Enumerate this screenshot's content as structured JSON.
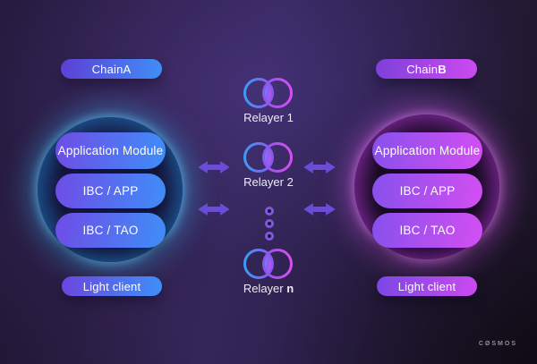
{
  "chain_a": {
    "label": {
      "prefix": "Chain ",
      "emph": "A"
    },
    "modules": [
      "Application Module",
      "IBC / APP",
      "IBC / TAO"
    ],
    "light_client": "Light client",
    "accent_ring": "#45ccff",
    "pill_gradient": [
      "#6f4ce6",
      "#3f8ef8"
    ]
  },
  "chain_b": {
    "label": {
      "prefix": "Chain ",
      "emph": "B"
    },
    "modules": [
      "Application Module",
      "IBC / APP",
      "IBC / TAO"
    ],
    "light_client": "Light client",
    "accent_ring": "#e85cf8",
    "pill_gradient": [
      "#8750ec",
      "#d44ff2"
    ]
  },
  "relayers": {
    "items": [
      {
        "prefix": "Relayer ",
        "emph": "1"
      },
      {
        "prefix": "Relayer ",
        "emph": "2"
      },
      {
        "prefix": "Relayer ",
        "emph": "n"
      }
    ],
    "ellipsis_dot_count": 3,
    "icon": "venn-overlap-icon"
  },
  "arrows": {
    "type": "bidirectional",
    "color": "#6b4cd6",
    "count": 4
  },
  "brand": {
    "wordmark": "CØSMOS"
  }
}
